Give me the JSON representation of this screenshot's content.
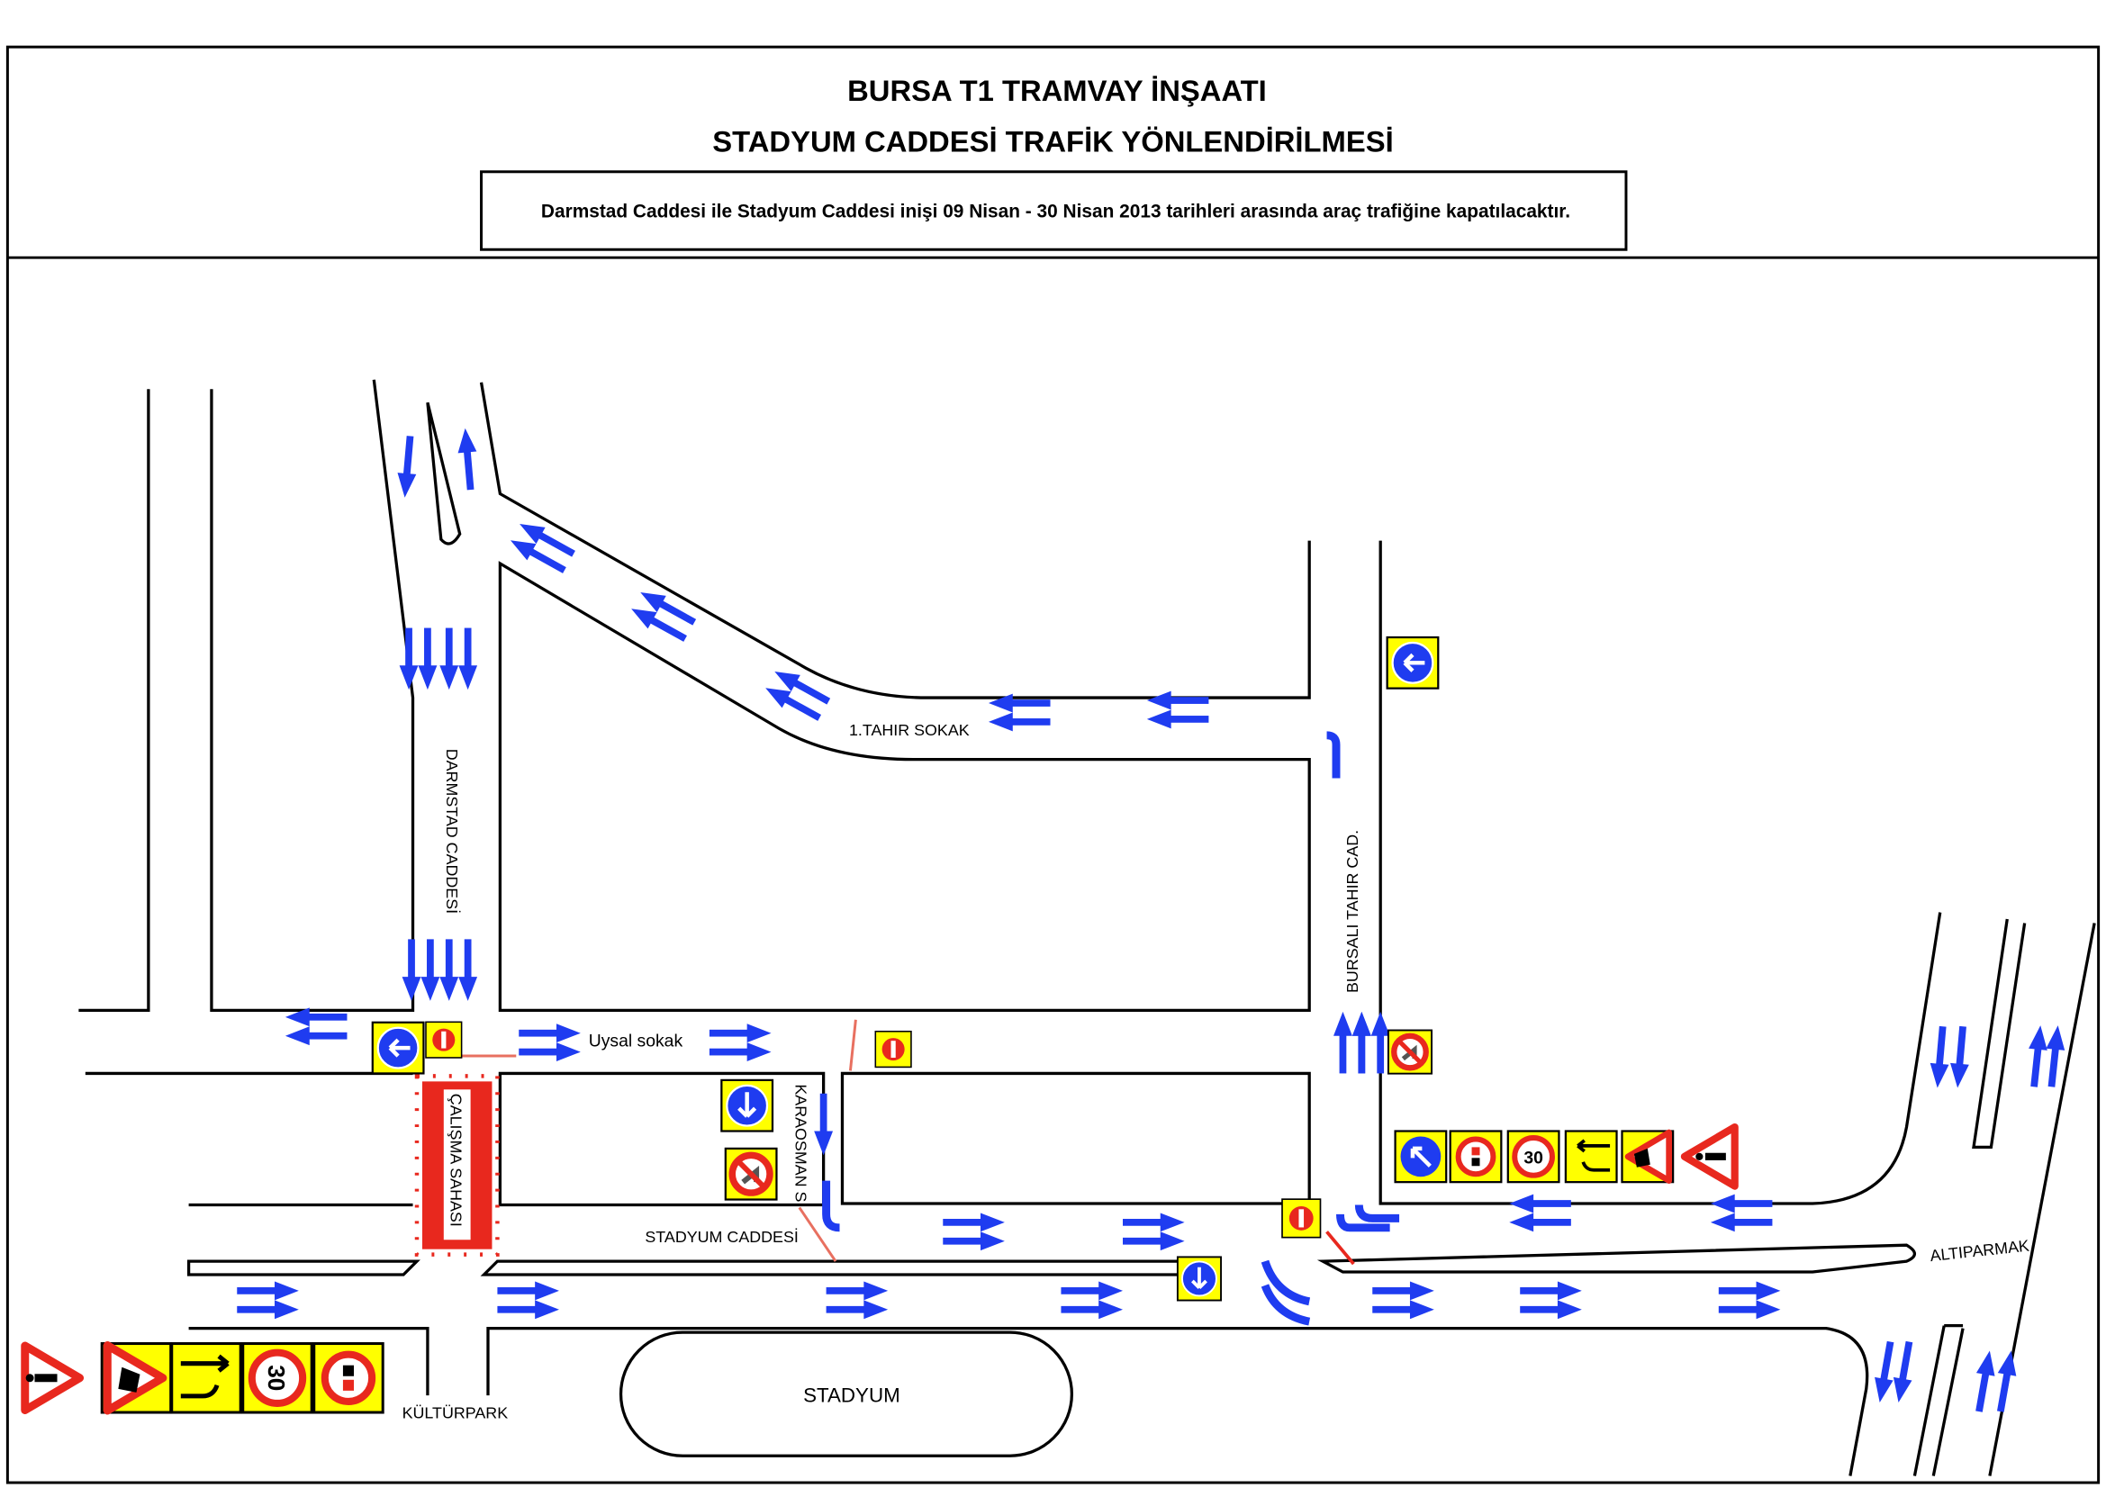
{
  "header": {
    "title_line1": "BURSA T1 TRAMVAY İNŞAATI",
    "title_line2": "STADYUM CADDESİ TRAFİK YÖNLENDİRİLMESİ",
    "notice": "Darmstad Caddesi ile Stadyum Caddesi inişi 09 Nisan - 30 Nisan 2013 tarihleri arasında  araç trafiğine kapatılacaktır."
  },
  "streets": {
    "darmstad": "DARMSTAD CADDESİ",
    "tahir_sokak": "1.TAHIR SOKAK",
    "bursali_tahir": "BURSALI TAHIR CAD.",
    "uysal": "Uysal sokak",
    "karaosman": "KARAOSMAN S.",
    "stadyum_caddesi": "STADYUM CADDESİ",
    "altiparmak": "ALTIPARMAK",
    "kulturpark": "KÜLTÜRPARK"
  },
  "places": {
    "stadium": "STADYUM",
    "work_zone": "ÇALIŞMA SAHASI"
  },
  "signs": {
    "speed_limit": "30"
  },
  "colors": {
    "arrow": "#1f3cf0",
    "sign_bg": "#ffff00",
    "sign_red": "#e8281e",
    "sign_blue": "#1f3cf0",
    "work_zone": "#e8281e"
  }
}
